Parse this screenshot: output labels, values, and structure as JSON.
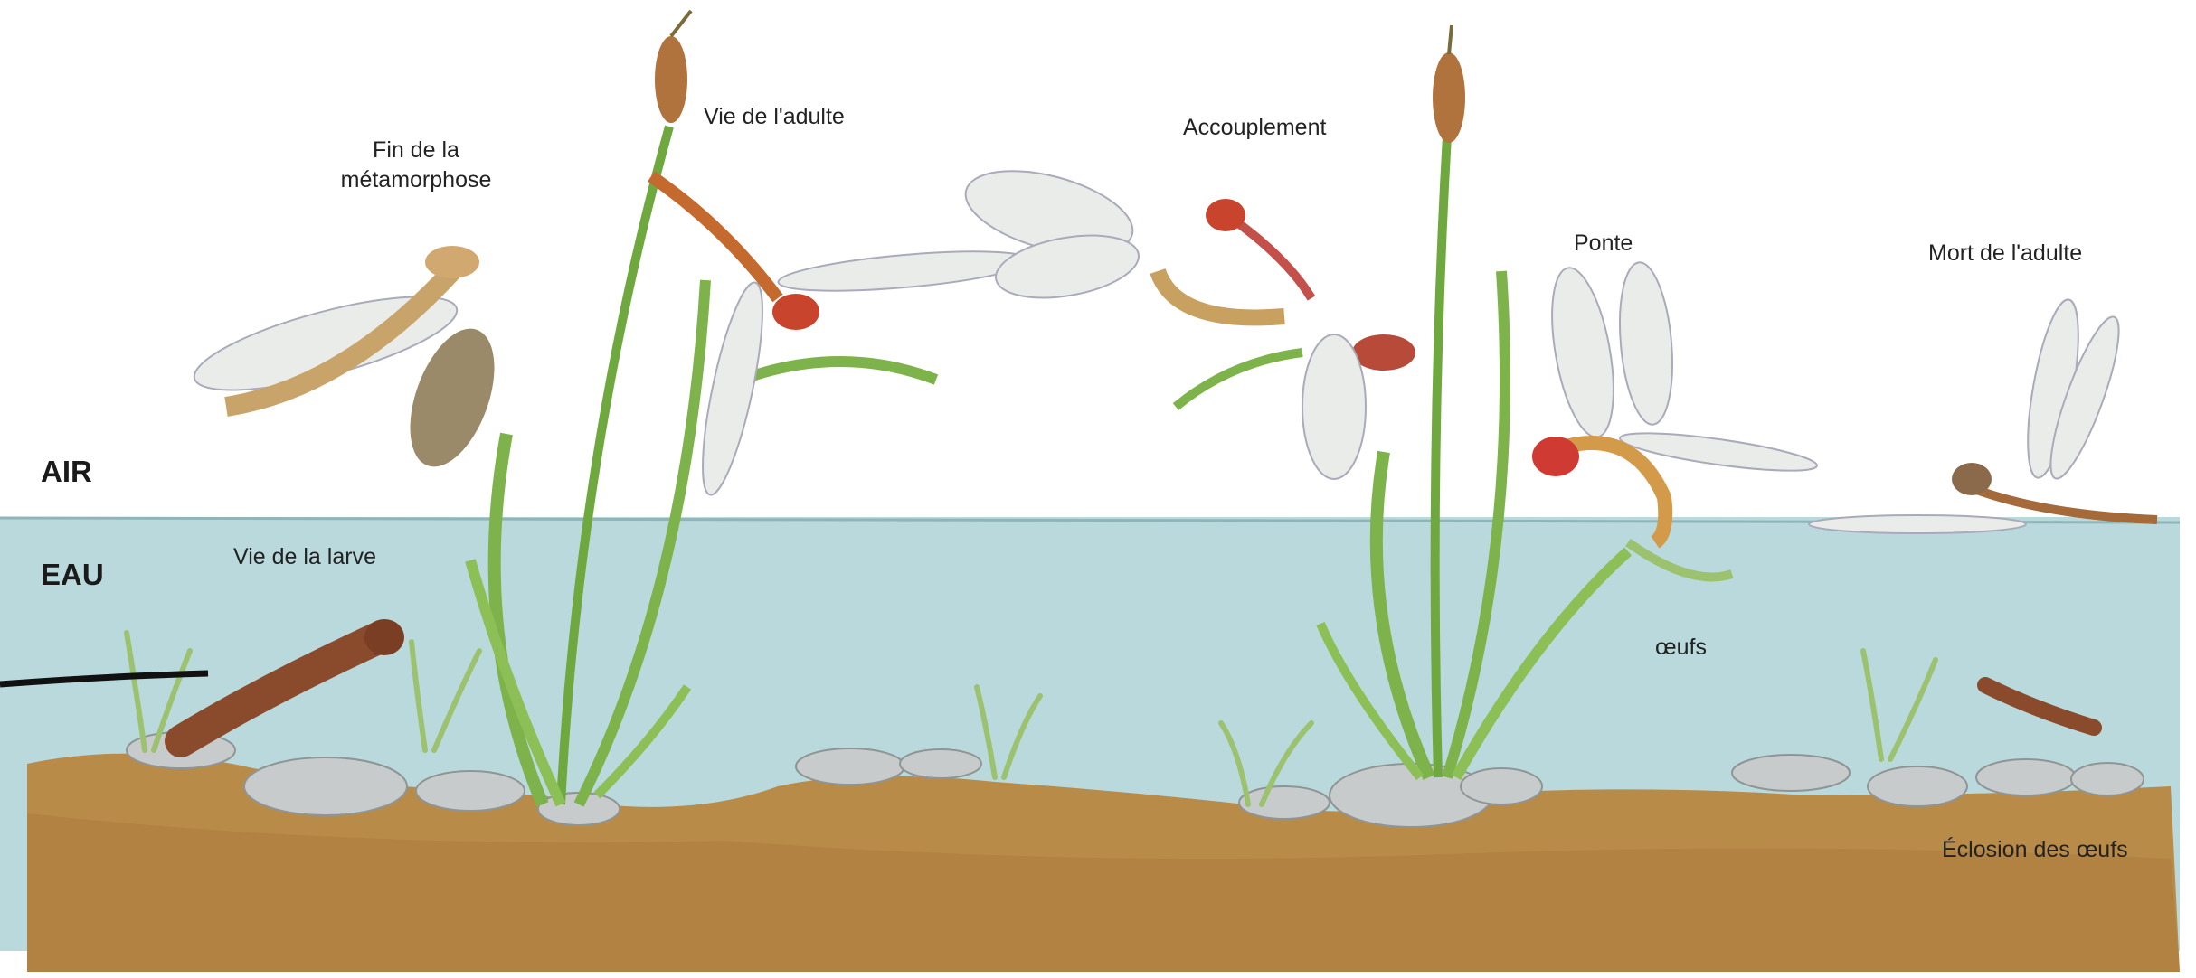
{
  "zones": {
    "air": "AIR",
    "eau": "EAU"
  },
  "stages": {
    "fin_metamorphose_line1": "Fin de la",
    "fin_metamorphose_line2": "métamorphose",
    "vie_adulte": "Vie de l'adulte",
    "accouplement": "Accouplement",
    "ponte": "Ponte",
    "mort_adulte": "Mort de l'adulte",
    "vie_larve": "Vie de la larve",
    "oeufs": "œufs",
    "eclosion": "Éclosion des œufs"
  },
  "colors": {
    "water": "#b9d9dc",
    "soil": "#b98b48",
    "plant": "#7db34a",
    "larva": "#8a4a2c",
    "wing": "#e9ece9"
  }
}
